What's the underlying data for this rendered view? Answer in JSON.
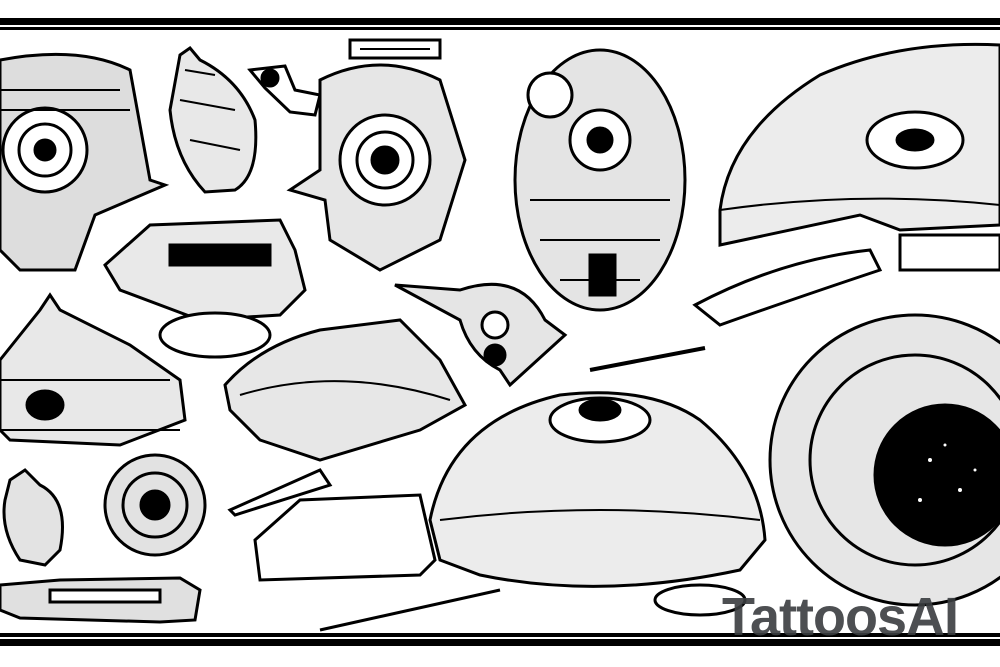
{
  "image": {
    "subject": "black and white tattoo flash sheet of spaceships and cats",
    "background_color": "#ffffff",
    "ink_color": "#000000"
  },
  "watermark": {
    "text": "TattoosAI",
    "color": "#3a3d40"
  },
  "elements": [
    {
      "name": "ship-top-left-dome"
    },
    {
      "name": "cat-sitting-top"
    },
    {
      "name": "ship-round-top-center"
    },
    {
      "name": "ship-egg-top-center-right"
    },
    {
      "name": "ship-saucer-top-right"
    },
    {
      "name": "shuttle-left"
    },
    {
      "name": "pod-small-center"
    },
    {
      "name": "ship-pointed-left"
    },
    {
      "name": "ship-wedge-center"
    },
    {
      "name": "cat-bottom-left"
    },
    {
      "name": "badge-round-bottom-left"
    },
    {
      "name": "ship-rail-bottom-left"
    },
    {
      "name": "ship-dome-bottom-center"
    },
    {
      "name": "ship-ring-bottom-right"
    }
  ]
}
